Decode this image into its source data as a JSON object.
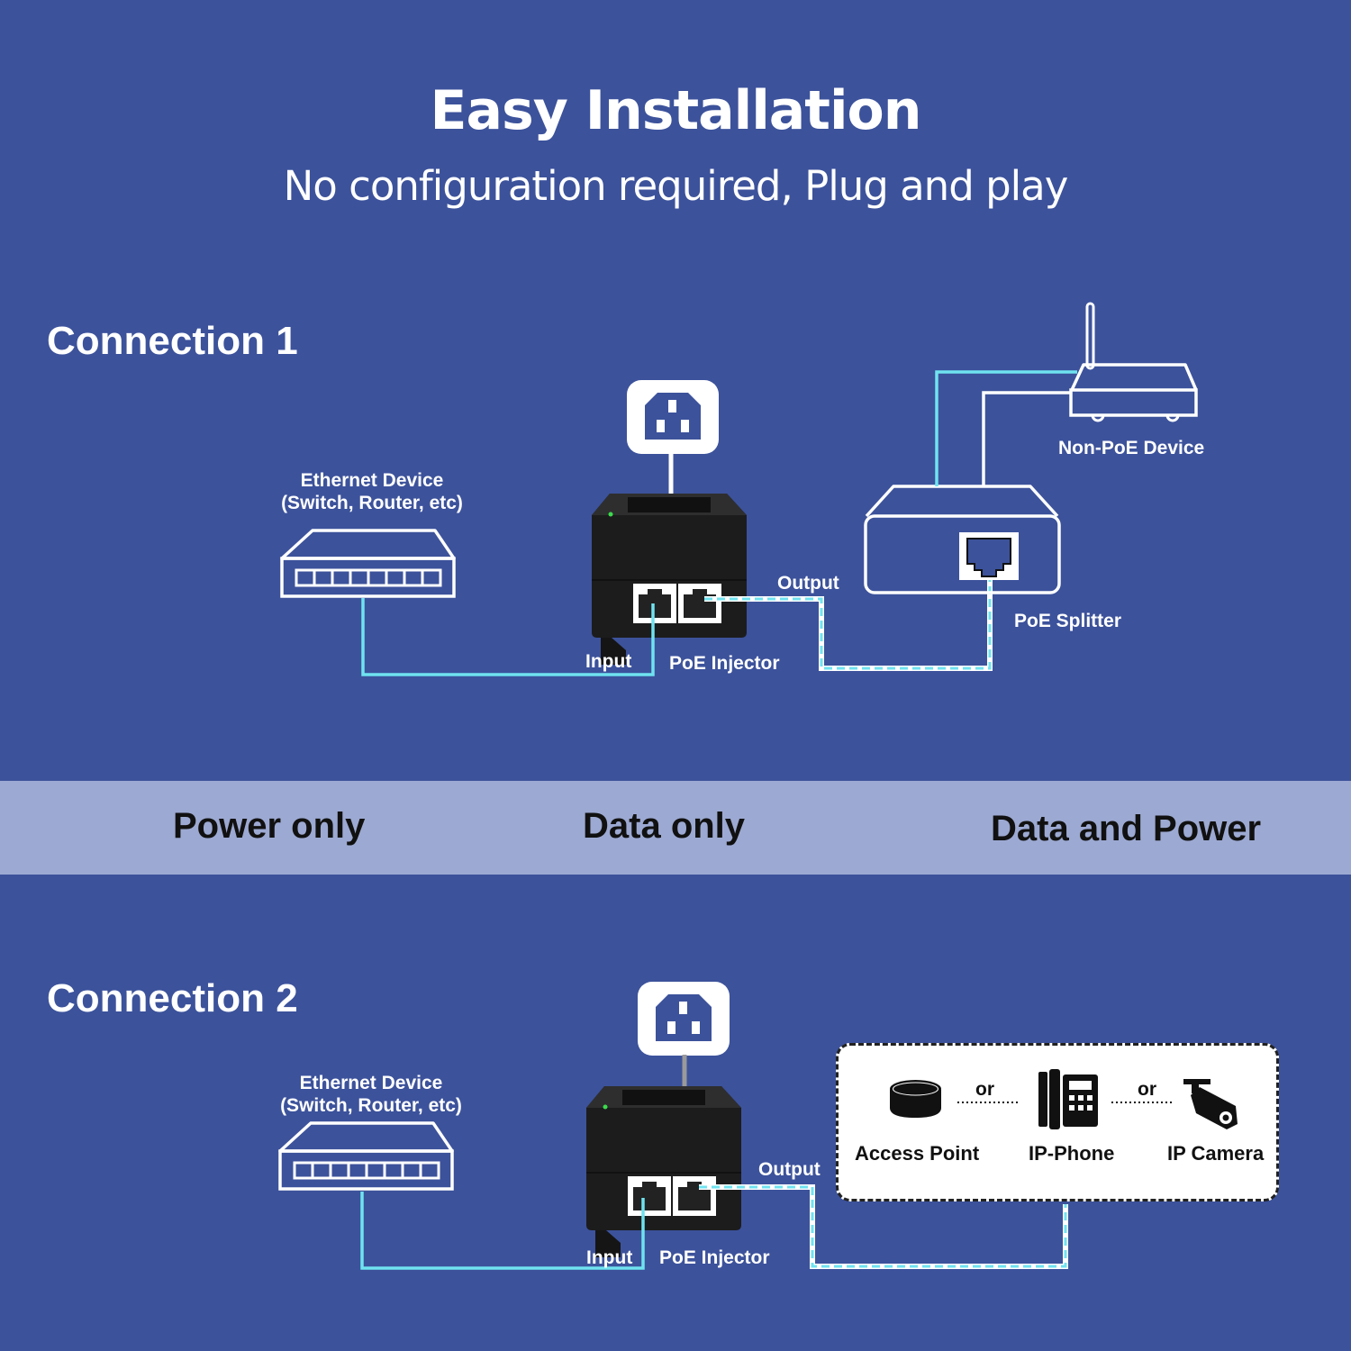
{
  "header": {
    "title": "Easy Installation",
    "subtitle": "No configuration required, Plug and play"
  },
  "colors": {
    "background": "#3c529b",
    "legend_band": "#9ca9d2",
    "power_line": "#ffffff",
    "data_line": "#6fe3f0",
    "injector_body": "#1e1e1e"
  },
  "connection1": {
    "title": "Connection 1",
    "ethernet_device": {
      "label_line1": "Ethernet Device",
      "label_line2": "(Switch, Router, etc)",
      "icon": "network-switch-icon"
    },
    "power_plug": {
      "icon": "iec-power-socket-icon"
    },
    "injector": {
      "label": "PoE Injector",
      "input_label": "Input",
      "output_label": "Output"
    },
    "splitter": {
      "label": "PoE Splitter",
      "icon": "poe-splitter-icon"
    },
    "non_poe_device": {
      "label": "Non-PoE Device",
      "icon": "router-antenna-icon"
    }
  },
  "legend": {
    "items": [
      {
        "label": "Power only",
        "style": "solid-white"
      },
      {
        "label": "Data only",
        "style": "solid-cyan"
      },
      {
        "label": "Data and Power",
        "style": "dashed-cyan-white"
      }
    ]
  },
  "connection2": {
    "title": "Connection 2",
    "ethernet_device": {
      "label_line1": "Ethernet Device",
      "label_line2": "(Switch, Router, etc)",
      "icon": "network-switch-icon"
    },
    "power_plug": {
      "icon": "iec-power-socket-icon"
    },
    "injector": {
      "label": "PoE Injector",
      "input_label": "Input",
      "output_label": "Output"
    },
    "poe_devices": {
      "separator": "or",
      "items": [
        {
          "label": "Access Point",
          "icon": "access-point-icon"
        },
        {
          "label": "IP-Phone",
          "icon": "ip-phone-icon"
        },
        {
          "label": "IP Camera",
          "icon": "ip-camera-icon"
        }
      ]
    }
  }
}
